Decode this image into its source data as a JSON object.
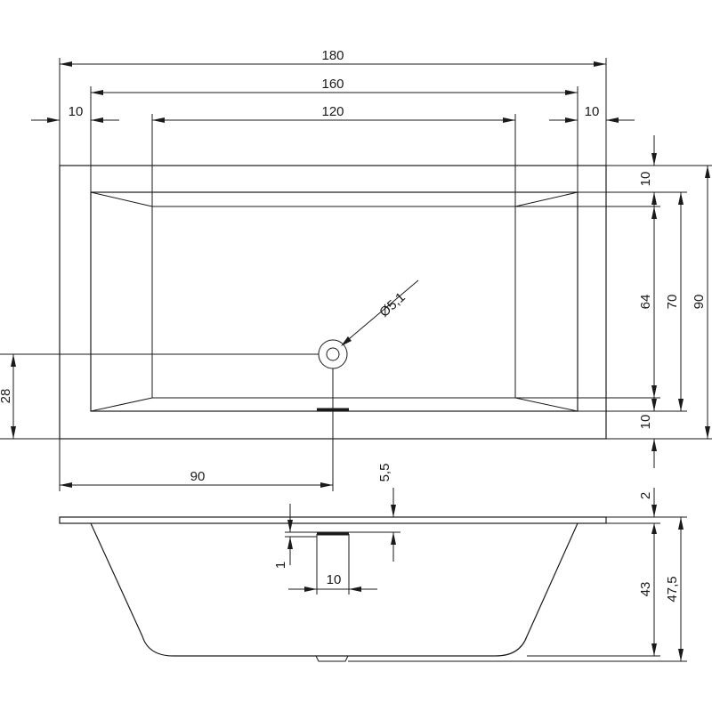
{
  "labels": {
    "overall_length": "180",
    "inner_length": "160",
    "rim_left": "10",
    "bottom_length": "120",
    "rim_right": "10",
    "rim_top_width": "10",
    "bottom_width": "64",
    "inner_width": "70",
    "overall_width": "90",
    "rim_bottom_width": "10",
    "drain_diameter": "Ø5,1",
    "drain_offset_y": "28",
    "drain_offset_x": "90",
    "overflow_height": "5,5",
    "overflow_depth": "1",
    "overflow_width": "10",
    "rim_thickness": "2",
    "inner_depth": "43",
    "total_height": "47,5"
  }
}
